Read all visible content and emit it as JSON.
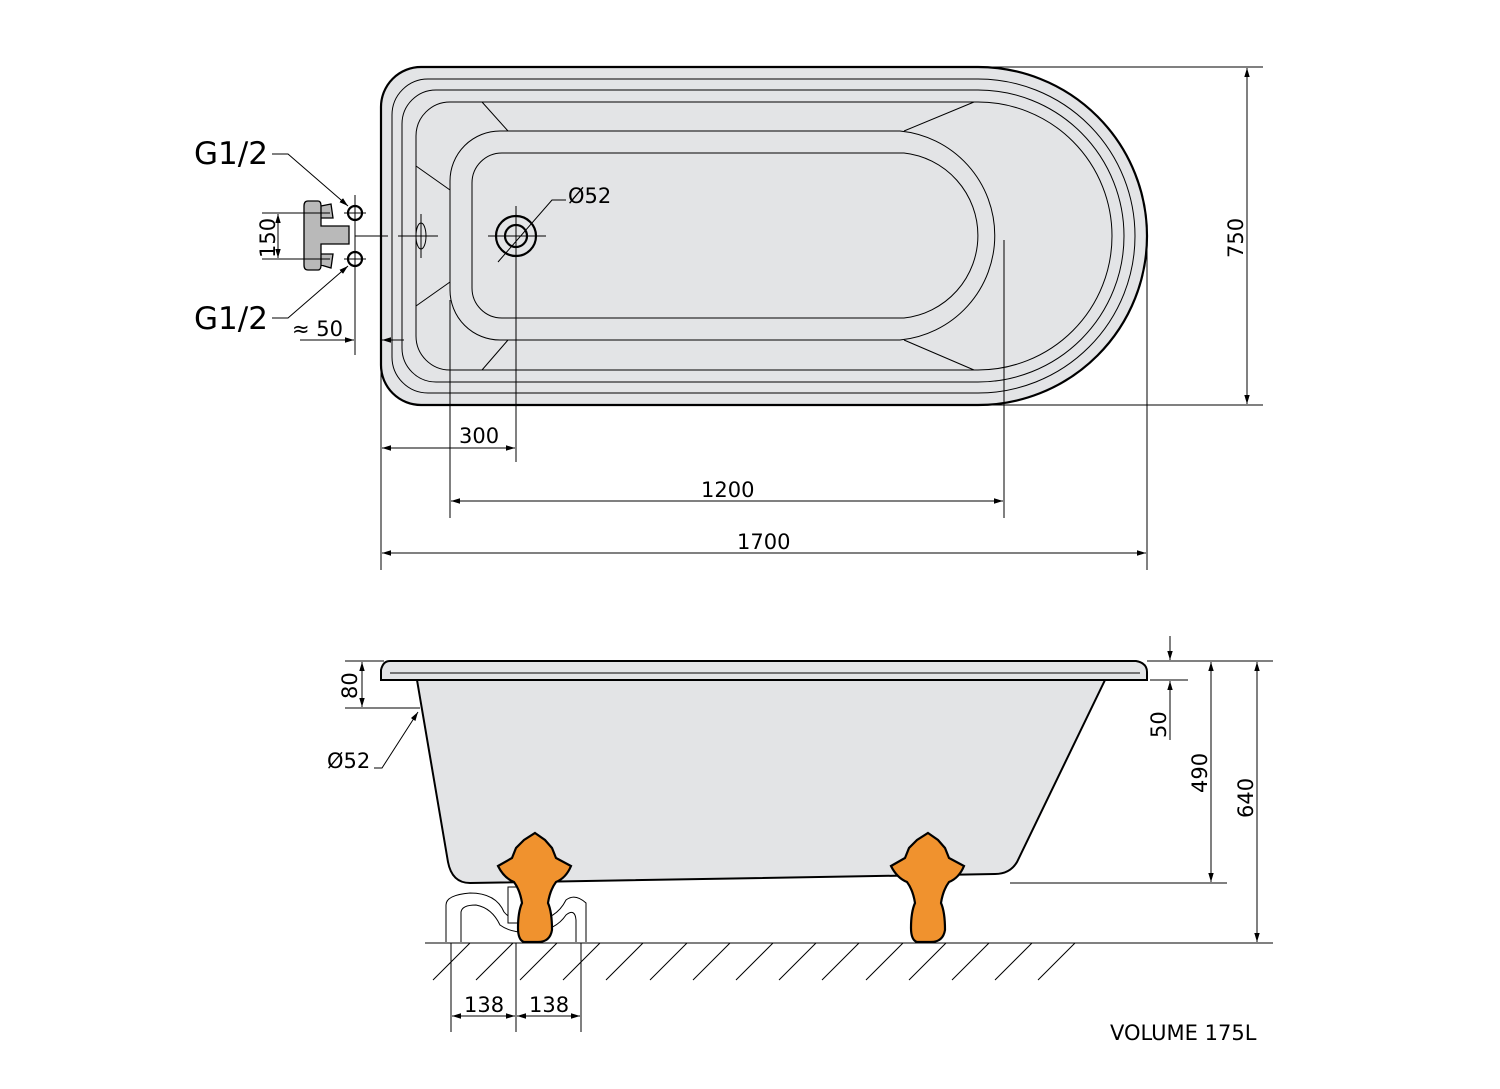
{
  "top_view": {
    "connection_top": "G1/2",
    "connection_bottom": "G1/2",
    "tap_spacing": "150",
    "tap_offset": "≈ 50",
    "drain_diameter": "Ø52",
    "dim_drain_position": "300",
    "dim_inner_length": "1200",
    "dim_total_length": "1700",
    "dim_width": "750"
  },
  "side_view": {
    "dim_rim_drain": "80",
    "overflow_diameter": "Ø52",
    "dim_rim_step": "50",
    "dim_depth": "490",
    "dim_height": "640",
    "dim_foot_left": "138",
    "dim_foot_right": "138",
    "volume": "VOLUME 175L"
  },
  "colors": {
    "body": "#e3e4e6",
    "foot": "#f0922e",
    "tap": "#b9b9b9"
  }
}
